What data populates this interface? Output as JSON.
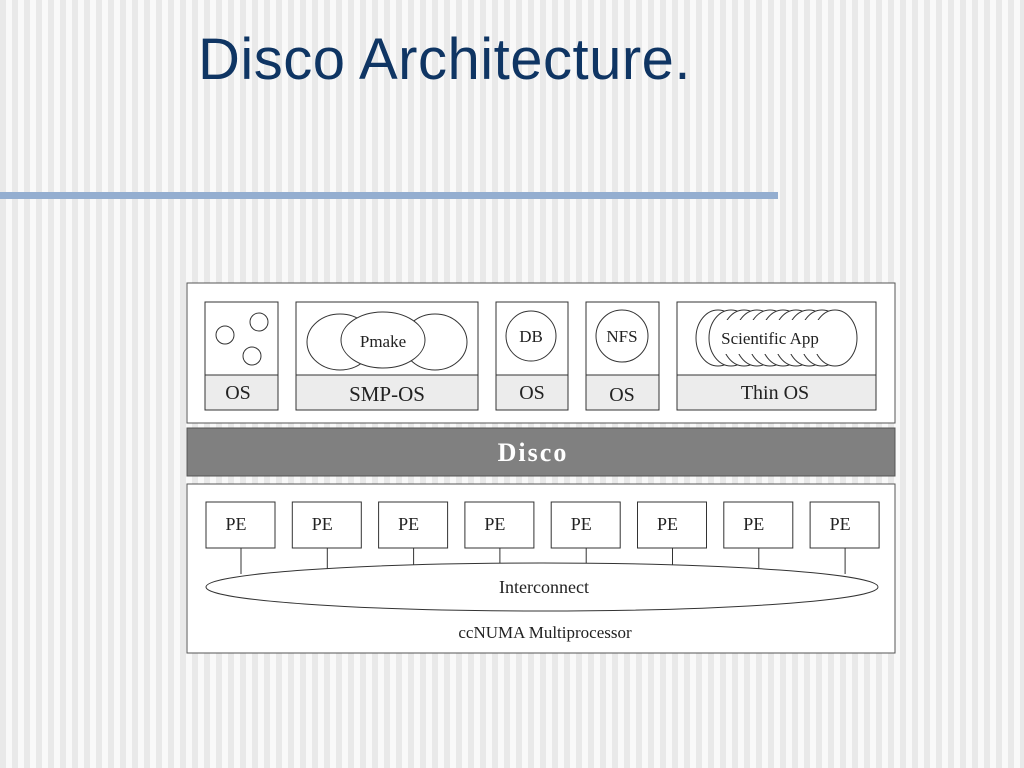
{
  "slide": {
    "title": "Disco Architecture."
  },
  "diagram": {
    "vm_modules": [
      {
        "app_label": "",
        "os_label": "OS"
      },
      {
        "app_label": "Pmake",
        "os_label": "SMP-OS"
      },
      {
        "app_label": "DB",
        "os_label": "OS"
      },
      {
        "app_label": "NFS",
        "os_label": "OS"
      },
      {
        "app_label": "Scientific App",
        "os_label": "Thin OS"
      }
    ],
    "monitor_label": "Disco",
    "processor_label": "PE",
    "processor_count": 8,
    "interconnect_label": "Interconnect",
    "machine_label": "ccNUMA Multiprocessor",
    "colors": {
      "accent_rule": "#94aed0",
      "title": "#0f3563",
      "disco_band": "#808080"
    }
  }
}
